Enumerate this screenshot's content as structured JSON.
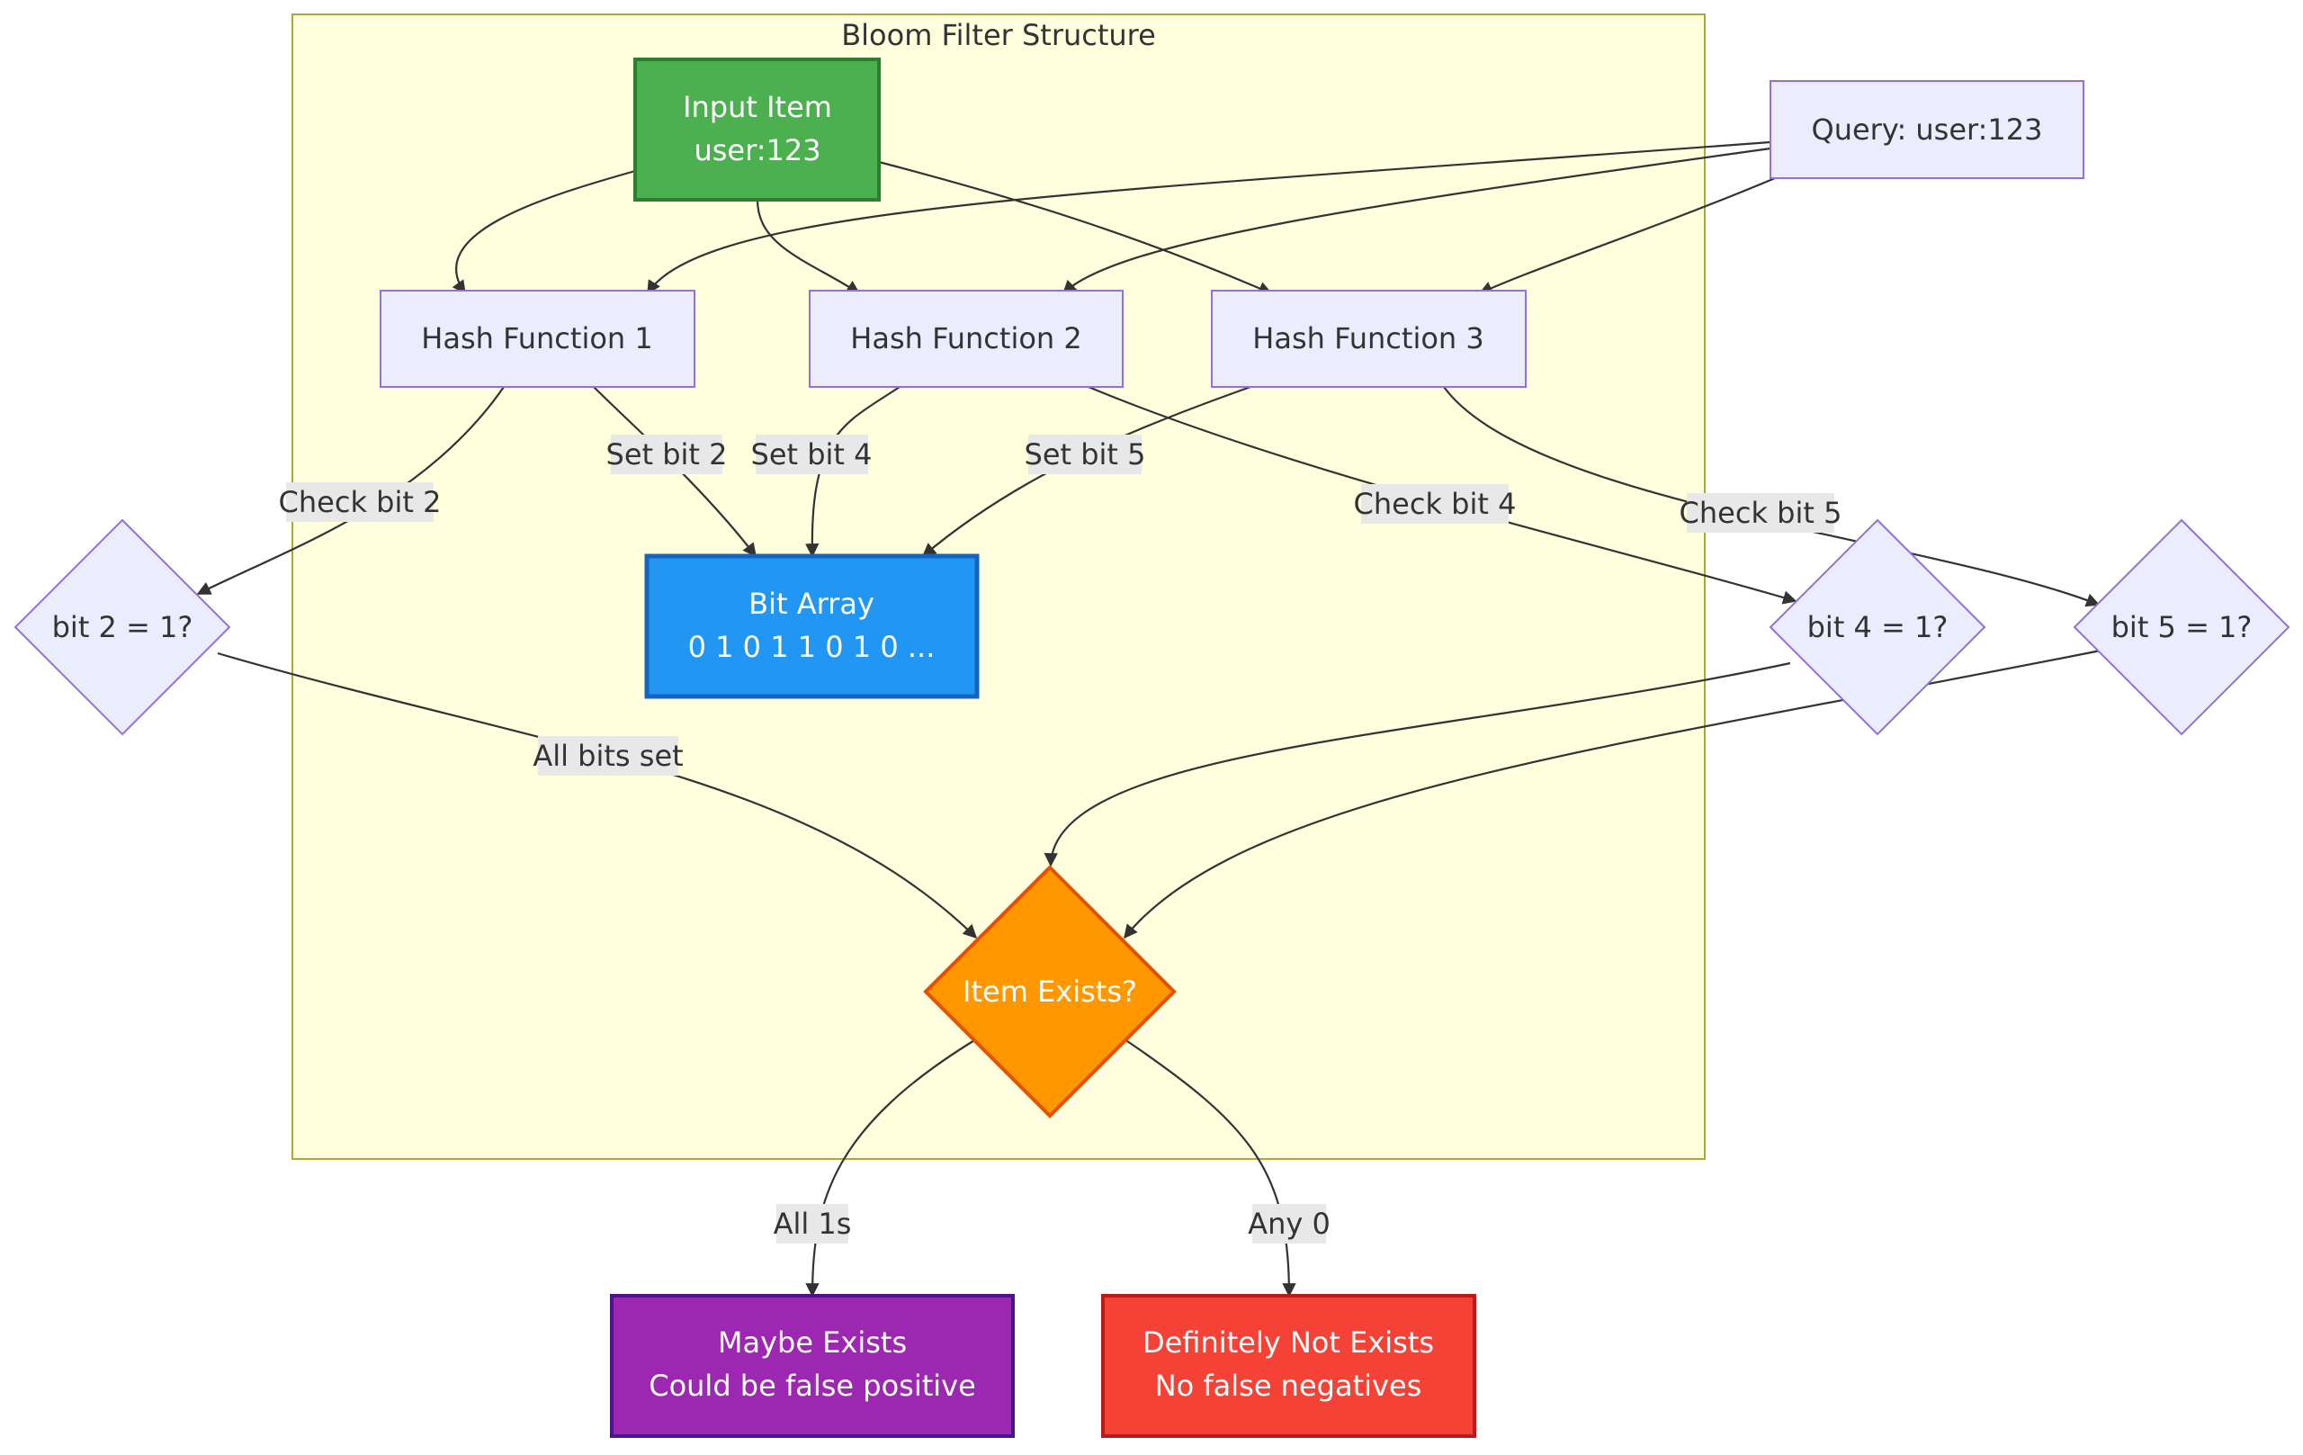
{
  "cluster": {
    "title": "Bloom Filter Structure"
  },
  "nodes": {
    "input": {
      "line1": "Input Item",
      "line2": "user:123",
      "fill": "#4CAF50",
      "stroke": "#2E7D32"
    },
    "query": {
      "label": "Query: user:123"
    },
    "hash1": {
      "label": "Hash Function 1"
    },
    "hash2": {
      "label": "Hash Function 2"
    },
    "hash3": {
      "label": "Hash Function 3"
    },
    "bitarray": {
      "line1": "Bit Array",
      "line2": "0 1 0 1 1 0 1 0 ...",
      "fill": "#2196F3",
      "stroke": "#1565C0"
    },
    "check2": {
      "label": "bit 2 = 1?"
    },
    "check4": {
      "label": "bit 4 = 1?"
    },
    "check5": {
      "label": "bit 5 = 1?"
    },
    "exists": {
      "label": "Item Exists?",
      "fill": "#FF9800",
      "stroke": "#E65100"
    },
    "maybe": {
      "line1": "Maybe Exists",
      "line2": "Could be false positive",
      "fill": "#9C27B0",
      "stroke": "#4A148C"
    },
    "notexists": {
      "line1": "Definitely Not Exists",
      "line2": "No false negatives",
      "fill": "#F44336",
      "stroke": "#B71C1C"
    }
  },
  "edge_labels": {
    "set2": "Set bit 2",
    "set4": "Set bit 4",
    "set5": "Set bit 5",
    "check2": "Check bit 2",
    "check4": "Check bit 4",
    "check5": "Check bit 5",
    "allbits": "All bits set",
    "all1s": "All 1s",
    "any0": "Any 0"
  },
  "colors": {
    "cluster_fill": "#FFFFDE",
    "cluster_stroke": "#AAAA33",
    "default_node_fill": "#ECECFF",
    "default_node_stroke": "#9370DB",
    "edge_label_bg": "#E8E8E8"
  }
}
